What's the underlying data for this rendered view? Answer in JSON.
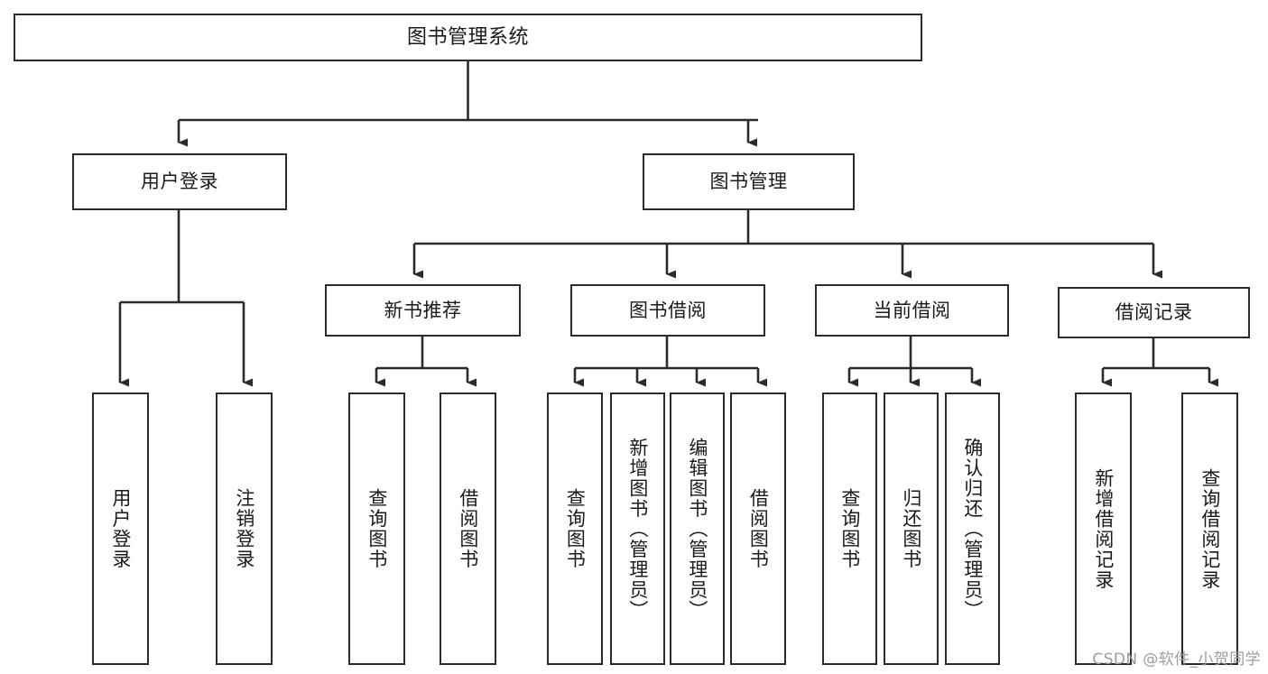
{
  "diagram": {
    "title": "图书管理系统",
    "type": "tree",
    "watermark": "CSDN @软件_小贺同学",
    "colors": {
      "background": "#ffffff",
      "border": "#2b2b2b",
      "text": "#1a1a1a",
      "connector": "#2b2b2b",
      "watermark": "#9d9d9d"
    },
    "nodes": {
      "root": {
        "label": "图书管理系统"
      },
      "level1": [
        {
          "id": "user-login",
          "label": "用户登录"
        },
        {
          "id": "book-manage",
          "label": "图书管理"
        }
      ],
      "level2": [
        {
          "id": "new-book-recommend",
          "label": "新书推荐",
          "parent": "book-manage"
        },
        {
          "id": "book-borrow",
          "label": "图书借阅",
          "parent": "book-manage"
        },
        {
          "id": "current-borrow",
          "label": "当前借阅",
          "parent": "book-manage"
        },
        {
          "id": "borrow-record",
          "label": "借阅记录",
          "parent": "book-manage"
        }
      ],
      "leaves": [
        {
          "id": "leaf-user-login",
          "label": "用户登录",
          "parent": "user-login"
        },
        {
          "id": "leaf-user-logout",
          "label": "注销登录",
          "parent": "user-login"
        },
        {
          "id": "leaf-query-book-1",
          "label": "查询图书",
          "parent": "new-book-recommend"
        },
        {
          "id": "leaf-borrow-book-1",
          "label": "借阅图书",
          "parent": "new-book-recommend"
        },
        {
          "id": "leaf-query-book-2",
          "label": "查询图书",
          "parent": "book-borrow"
        },
        {
          "id": "leaf-add-book",
          "label": "新增图书（管理员）",
          "parent": "book-borrow"
        },
        {
          "id": "leaf-edit-book",
          "label": "编辑图书（管理员）",
          "parent": "book-borrow"
        },
        {
          "id": "leaf-borrow-book-2",
          "label": "借阅图书",
          "parent": "book-borrow"
        },
        {
          "id": "leaf-query-book-3",
          "label": "查询图书",
          "parent": "current-borrow"
        },
        {
          "id": "leaf-return-book",
          "label": "归还图书",
          "parent": "current-borrow"
        },
        {
          "id": "leaf-confirm-return",
          "label": "确认归还（管理员）",
          "parent": "current-borrow"
        },
        {
          "id": "leaf-add-record",
          "label": "新增借阅记录",
          "parent": "borrow-record"
        },
        {
          "id": "leaf-query-record",
          "label": "查询借阅记录",
          "parent": "borrow-record"
        }
      ]
    }
  }
}
